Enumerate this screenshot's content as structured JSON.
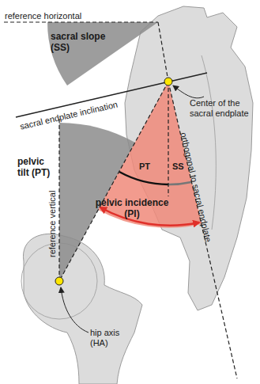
{
  "diagram": {
    "labels": [
      "reference horizontal",
      "sacral slope (SS)",
      "Center of the sacral endplate",
      "sacral endplate inclination",
      "pelvic tilt (PT)",
      "PT",
      "SS",
      "orthogonal to sacral endplate",
      "pelvic incidence (PI)",
      "reference vertical",
      "hip axis (HA)"
    ]
  }
}
